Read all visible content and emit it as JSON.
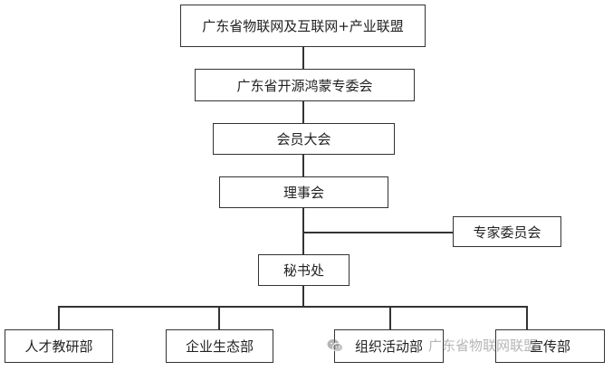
{
  "org_chart": {
    "nodes": {
      "alliance": "广东省物联网及互联网+产业联盟",
      "committee": "广东省开源鸿蒙专委会",
      "members_assembly": "会员大会",
      "council": "理事会",
      "expert_committee": "专家委员会",
      "secretariat": "秘书处",
      "talent_dept": "人才教研部",
      "ecosystem_dept": "企业生态部",
      "activities_dept": "组织活动部",
      "publicity_dept": "宣传部"
    }
  },
  "watermark": {
    "text": "广东省物联网联盟",
    "icon": "wechat-icon",
    "color": "#8a8a8a"
  }
}
